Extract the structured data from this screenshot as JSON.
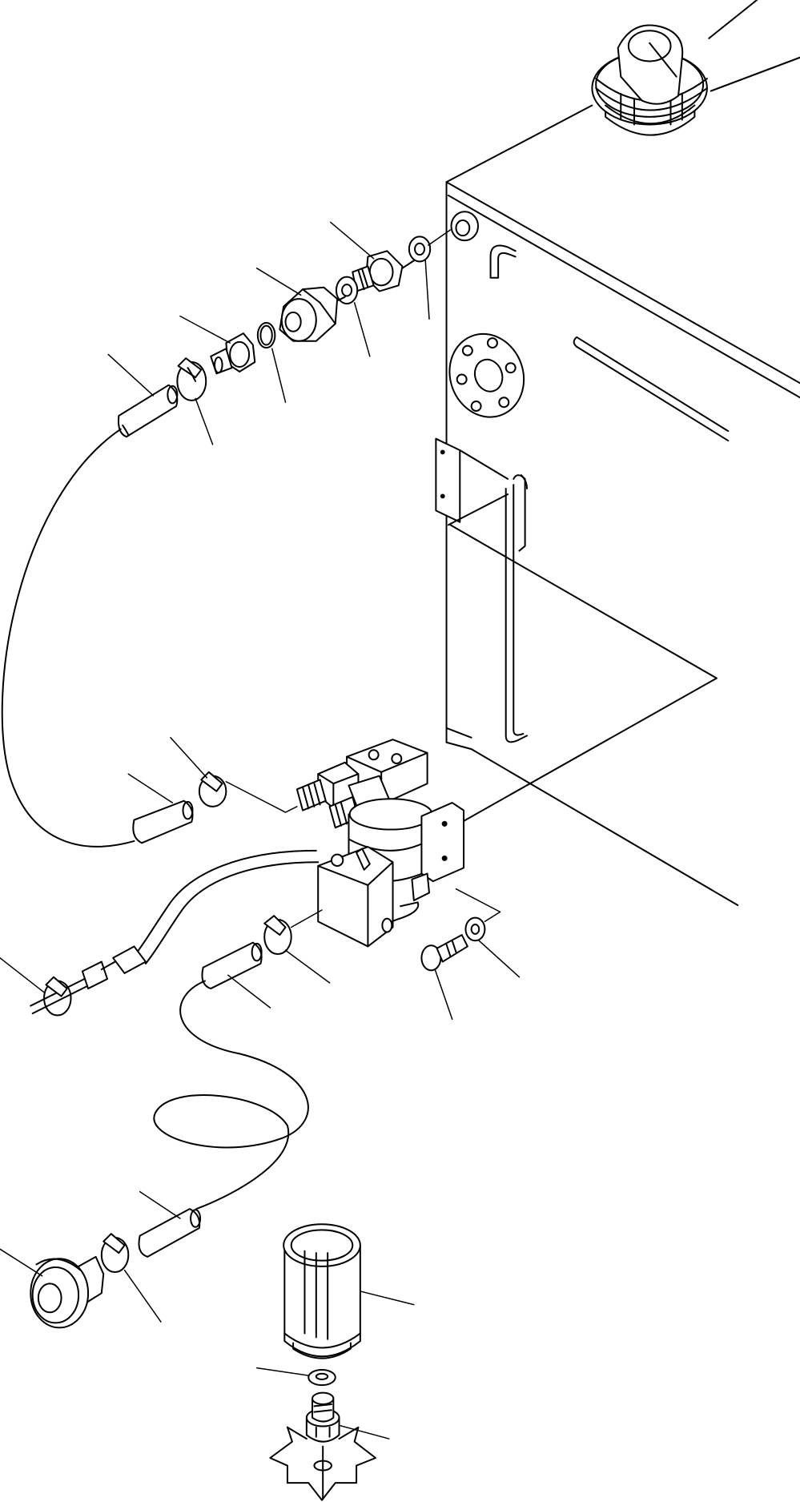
{
  "diagram": {
    "kind": "exploded-parts-view",
    "style": "black line art on white",
    "label_text": [],
    "parts": [
      "fuel-tank",
      "fuel-tank-cap",
      "tank-port-boss",
      "inspection-flange",
      "tank-bracket",
      "sealing-washer",
      "banjo-fitting",
      "o-ring",
      "union-nut",
      "hose-adapter",
      "hose-clamp",
      "hose",
      "fuel-pump",
      "pump-bracket",
      "bolt",
      "washer",
      "wire-harness",
      "electrical-connector",
      "strainer-cap",
      "filter-element",
      "drain-plug"
    ]
  }
}
